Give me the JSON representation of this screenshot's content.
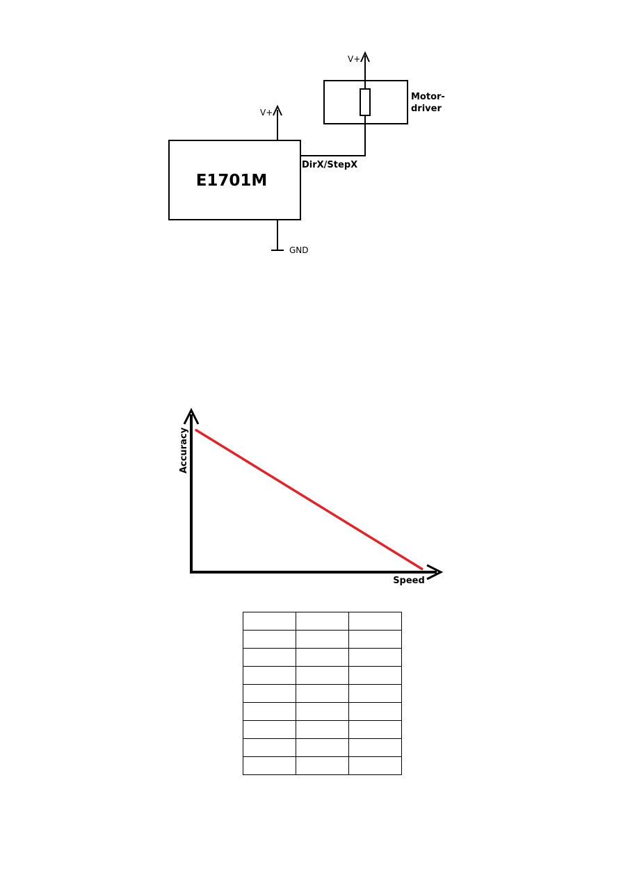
{
  "circuit": {
    "controller_label": "E1701M",
    "controller_supply_label": "V+",
    "ground_label": "GND",
    "signal_label": "DirX/StepX",
    "driver_label_line1": "Motor-",
    "driver_label_line2": "driver",
    "driver_supply_label": "V+"
  },
  "chart_data": {
    "type": "line",
    "xlabel": "Speed",
    "ylabel": "Accuracy",
    "xlim": [
      0,
      1
    ],
    "ylim": [
      0,
      1
    ],
    "series": [
      {
        "x": [
          0.02,
          0.94
        ],
        "y": [
          0.9,
          0.02
        ]
      }
    ],
    "line_color": "#e0242a",
    "grid": false
  },
  "table": {
    "rows": [
      [
        "",
        "",
        ""
      ],
      [
        "",
        "",
        ""
      ],
      [
        "",
        "",
        ""
      ],
      [
        "",
        "",
        ""
      ],
      [
        "",
        "",
        ""
      ],
      [
        "",
        "",
        ""
      ],
      [
        "",
        "",
        ""
      ],
      [
        "",
        "",
        ""
      ],
      [
        "",
        "",
        ""
      ]
    ]
  }
}
